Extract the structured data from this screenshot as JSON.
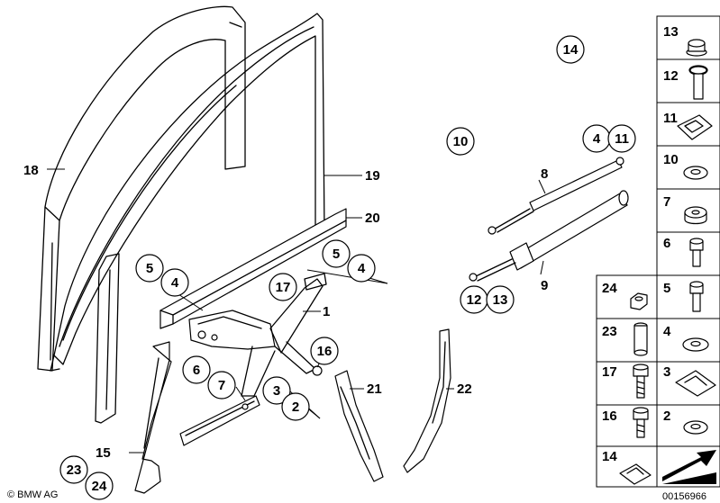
{
  "diagram": {
    "standalone_labels": {
      "l18": "18",
      "l19": "19",
      "l20": "20",
      "l1": "1",
      "l21": "21",
      "l22": "22",
      "l15": "15",
      "l8": "8",
      "l9": "9"
    },
    "circled_labels": {
      "c14": "14",
      "c10": "10",
      "c4a": "4",
      "c11": "11",
      "c5a": "5",
      "c4b": "4",
      "c5b": "5",
      "c4c": "4",
      "c17": "17",
      "c12": "12",
      "c13": "13",
      "c16": "16",
      "c6": "6",
      "c7": "7",
      "c3": "3",
      "c2": "2",
      "c23": "23",
      "c24": "24"
    },
    "legend": {
      "right_column": [
        "13",
        "12",
        "11",
        "10",
        "7",
        "6",
        "5",
        "4",
        "3",
        "2"
      ],
      "left_column": [
        "24",
        "23",
        "17",
        "16",
        "14"
      ]
    },
    "footer": {
      "copyright": "© BMW AG",
      "image_number": "00156966"
    }
  }
}
